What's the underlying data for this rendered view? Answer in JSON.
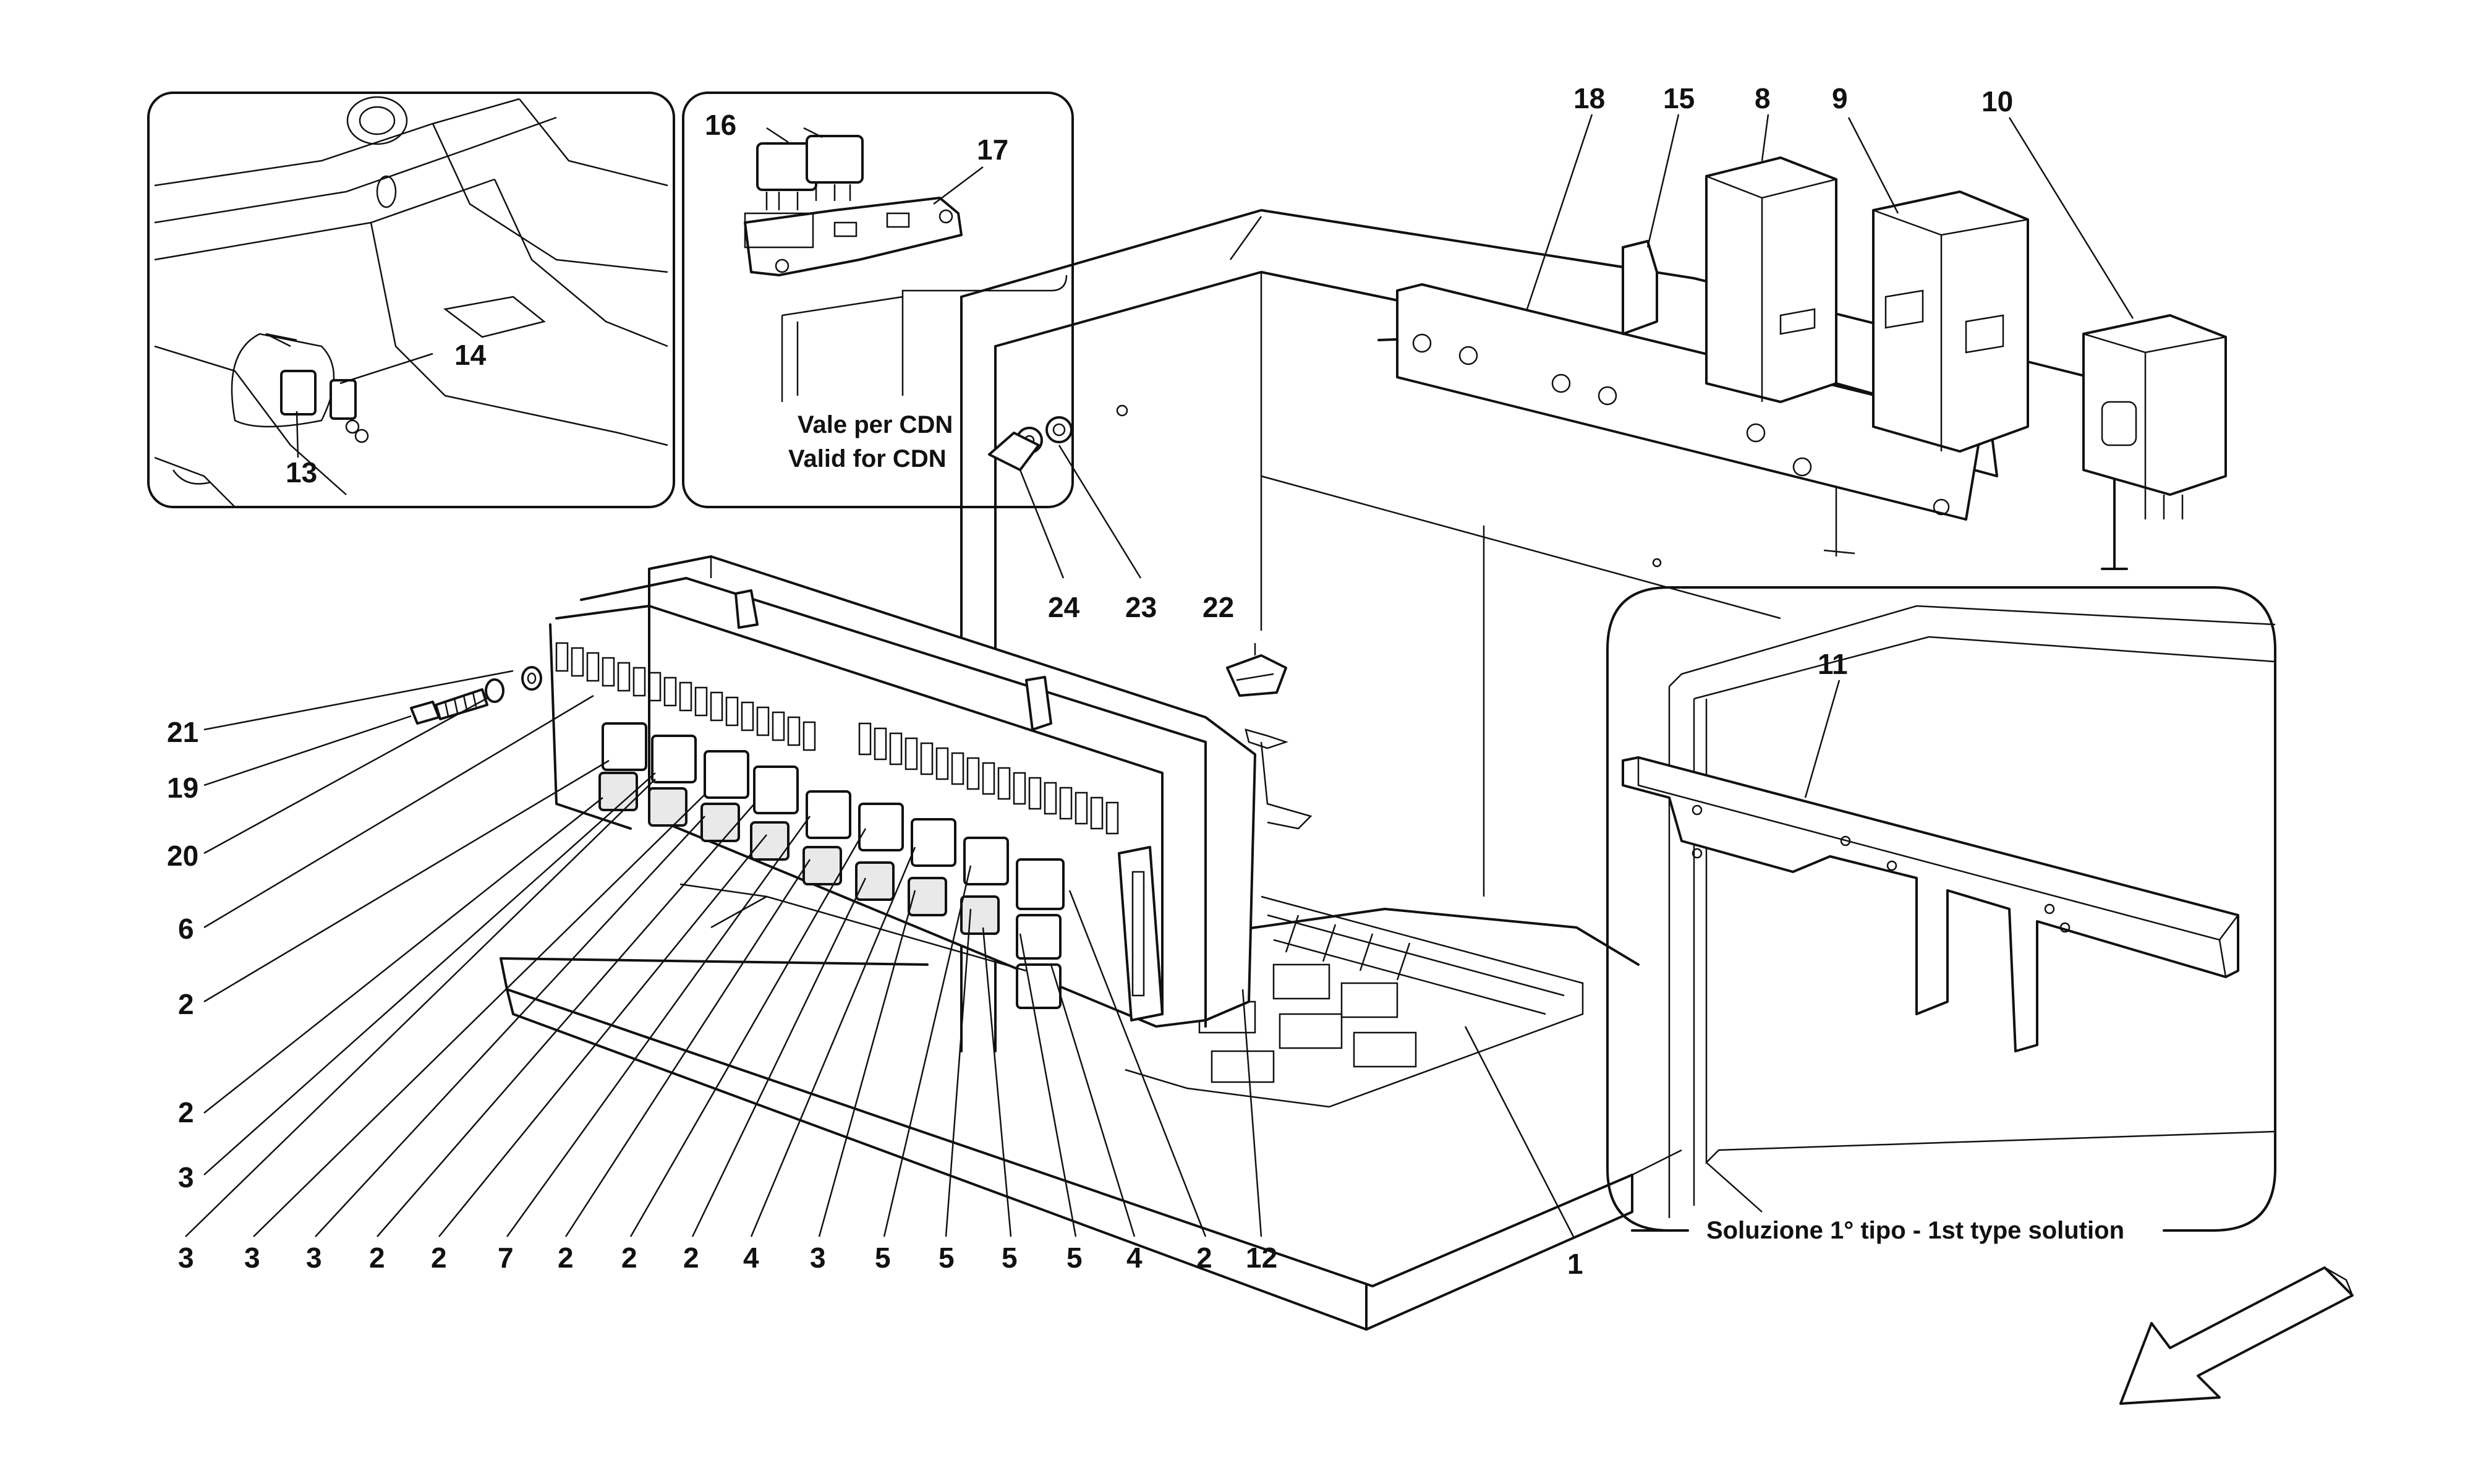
{
  "diagram": {
    "inset_cdn_caption_line1": "Vale per CDN",
    "inset_cdn_caption_line2": "Valid for CDN",
    "inset_solution_caption": "Soluzione 1° tipo - 1st type solution",
    "labels": {
      "l18": "18",
      "l15": "15",
      "l8": "8",
      "l9": "9",
      "l10": "10",
      "l16": "16",
      "l17": "17",
      "l14": "14",
      "l13": "13",
      "l24": "24",
      "l23": "23",
      "l22": "22",
      "l11": "11",
      "l21": "21",
      "l19": "19",
      "l20": "20",
      "l6": "6",
      "l2a": "2",
      "l2b": "2",
      "l3a": "3",
      "b1": "3",
      "b2": "3",
      "b3": "3",
      "b4": "2",
      "b5": "2",
      "b6": "7",
      "b7": "2",
      "b8": "2",
      "b9": "2",
      "b10": "4",
      "b11": "3",
      "b12": "5",
      "b13": "5",
      "b14": "5",
      "b15": "5",
      "b16": "4",
      "b17": "2",
      "b18": "12",
      "l1": "1"
    }
  }
}
